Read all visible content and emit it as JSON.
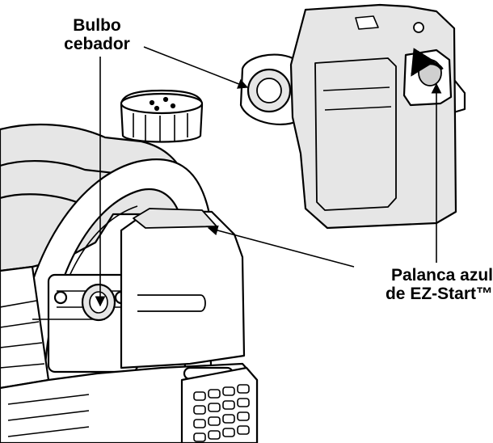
{
  "labels": {
    "primer_bulb": {
      "line1": "Bulbo",
      "line2": "cebador"
    },
    "ez_start_lever": {
      "line1": "Palanca azul",
      "line2": "de EZ-Start™"
    }
  },
  "colors": {
    "ink": "#000000",
    "paper": "#ffffff",
    "shading": "#e6e6e6",
    "shading_dark": "#cfcfcf"
  },
  "icons": {
    "lever_motion": "curved-arrow-icon"
  }
}
